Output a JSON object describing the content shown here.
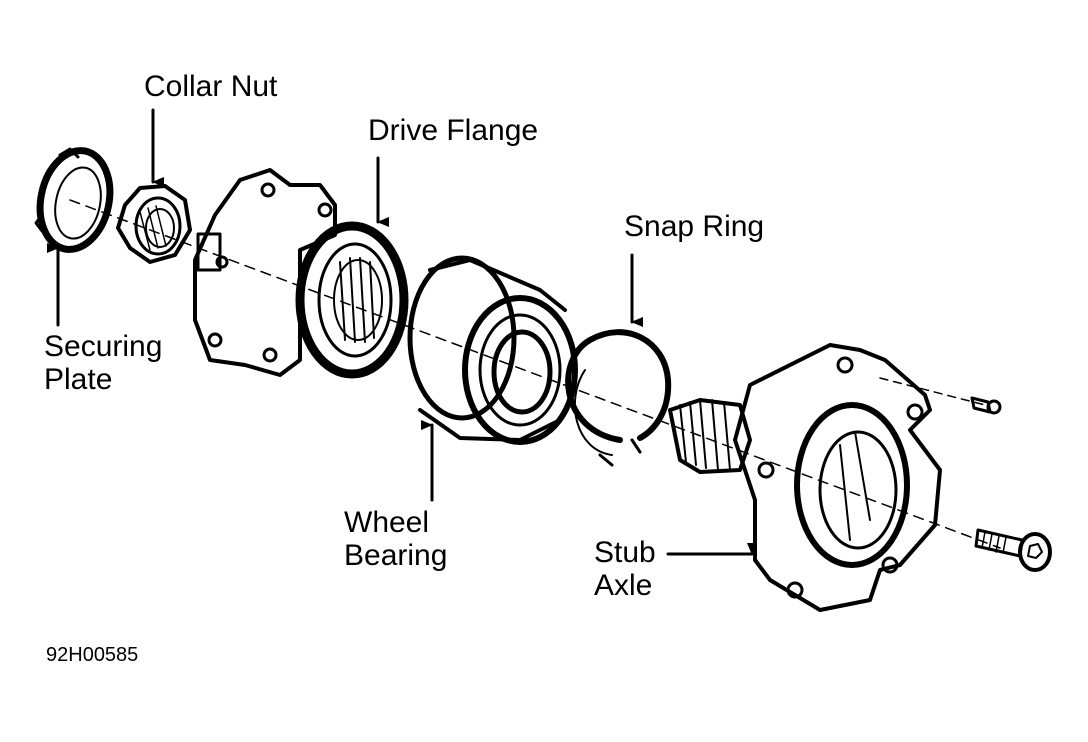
{
  "labels": {
    "collar_nut": "Collar Nut",
    "drive_flange": "Drive Flange",
    "snap_ring": "Snap Ring",
    "securing_plate_1": "Securing",
    "securing_plate_2": "Plate",
    "wheel_bearing_1": "Wheel",
    "wheel_bearing_2": "Bearing",
    "stub_axle_1": "Stub",
    "stub_axle_2": "Axle"
  },
  "figure_code": "92H00585",
  "colors": {
    "ink": "#000000",
    "background": "#ffffff"
  }
}
